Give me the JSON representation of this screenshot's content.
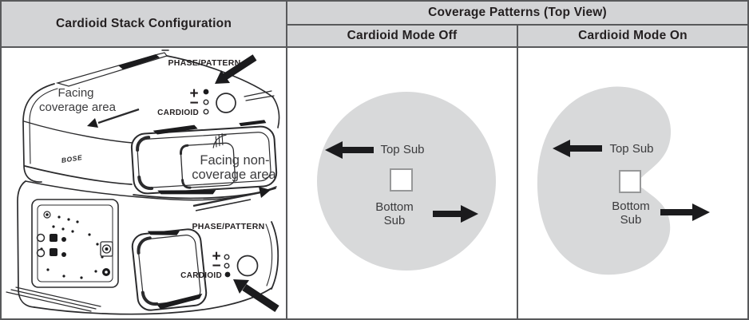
{
  "colors": {
    "header_bg": "#d3d4d6",
    "border": "#58595b",
    "pattern_fill": "#d8d9da",
    "ink": "#231f20",
    "label": "#3b3b3d"
  },
  "headers": {
    "stack": "Cardioid Stack Configuration",
    "coverage": "Coverage Patterns (Top View)",
    "mode_off": "Cardioid Mode Off",
    "mode_on": "Cardioid Mode On"
  },
  "stack": {
    "facing_coverage": {
      "line1": "Facing",
      "line2": "coverage area"
    },
    "facing_non_coverage": {
      "line1": "Facing non-",
      "line2": "coverage area"
    },
    "brand": "BOSE",
    "top_controls": {
      "title": "PHASE/PATTERN",
      "plus": "+",
      "minus": "−",
      "cardioid": "CARDIOID",
      "leds": [
        "on",
        "off",
        "off"
      ]
    },
    "bottom_controls": {
      "title": "PHASE/PATTERN",
      "plus": "+",
      "minus": "−",
      "cardioid": "CARDIOID",
      "leds": [
        "off",
        "off",
        "on"
      ]
    }
  },
  "mode_off": {
    "top_sub": "Top Sub",
    "bottom_sub_line1": "Bottom",
    "bottom_sub_line2": "Sub",
    "shape": "omnidirectional-circle"
  },
  "mode_on": {
    "top_sub": "Top Sub",
    "bottom_sub_line1": "Bottom",
    "bottom_sub_line2": "Sub",
    "shape": "cardioid"
  }
}
